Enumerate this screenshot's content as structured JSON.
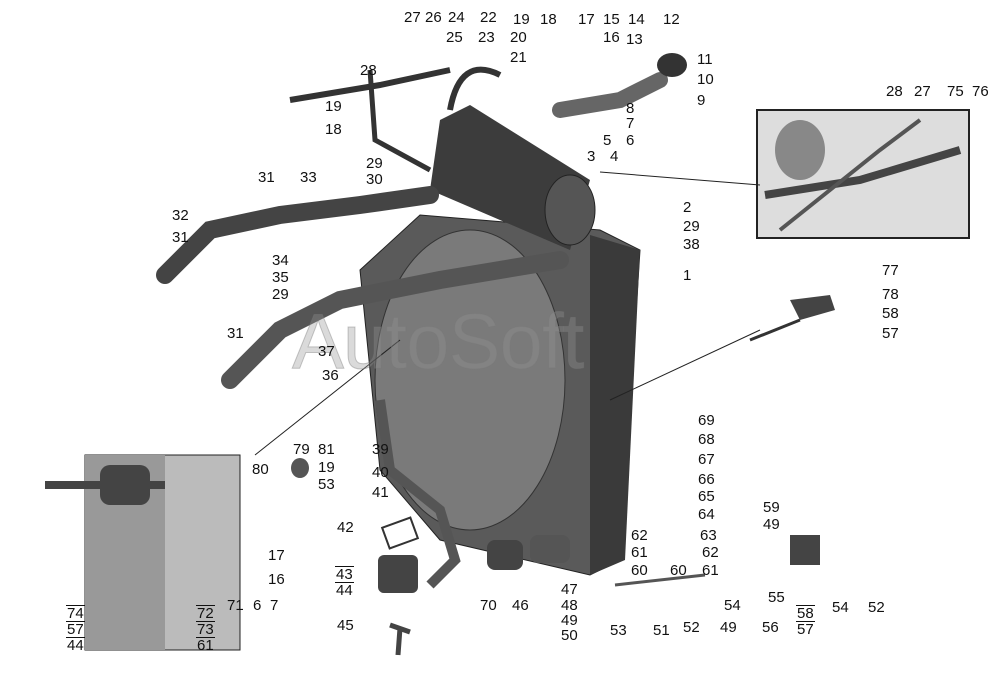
{
  "title": "Radiator cooling system exploded parts diagram",
  "watermark": "AutoSoft",
  "labels": [
    "27",
    "26",
    "24",
    "22",
    "19",
    "18",
    "17",
    "15",
    "14",
    "12",
    "25",
    "23",
    "20",
    "16",
    "13",
    "21",
    "11",
    "10",
    "9",
    "8",
    "7",
    "6",
    "5",
    "4",
    "3",
    "28",
    "19",
    "18",
    "29",
    "30",
    "31",
    "33",
    "32",
    "31",
    "2",
    "29",
    "38",
    "1",
    "34",
    "35",
    "29",
    "31",
    "37",
    "36",
    "28",
    "27",
    "75",
    "76",
    "77",
    "78",
    "58",
    "57",
    "69",
    "68",
    "67",
    "66",
    "65",
    "64",
    "63",
    "62",
    "61",
    "62",
    "61",
    "60",
    "60",
    "39",
    "40",
    "41",
    "42",
    "45",
    "79",
    "81",
    "19",
    "53",
    "80",
    "70",
    "46",
    "47",
    "48",
    "49",
    "50",
    "53",
    "51",
    "52",
    "54",
    "49",
    "55",
    "56",
    "54",
    "52",
    "59",
    "49",
    "71",
    "6",
    "7",
    "17",
    "16"
  ],
  "boxed_groups": [
    [
      "43",
      "44"
    ],
    [
      "58",
      "57"
    ],
    [
      "74",
      "57",
      "44"
    ],
    [
      "72",
      "73",
      "61"
    ]
  ]
}
